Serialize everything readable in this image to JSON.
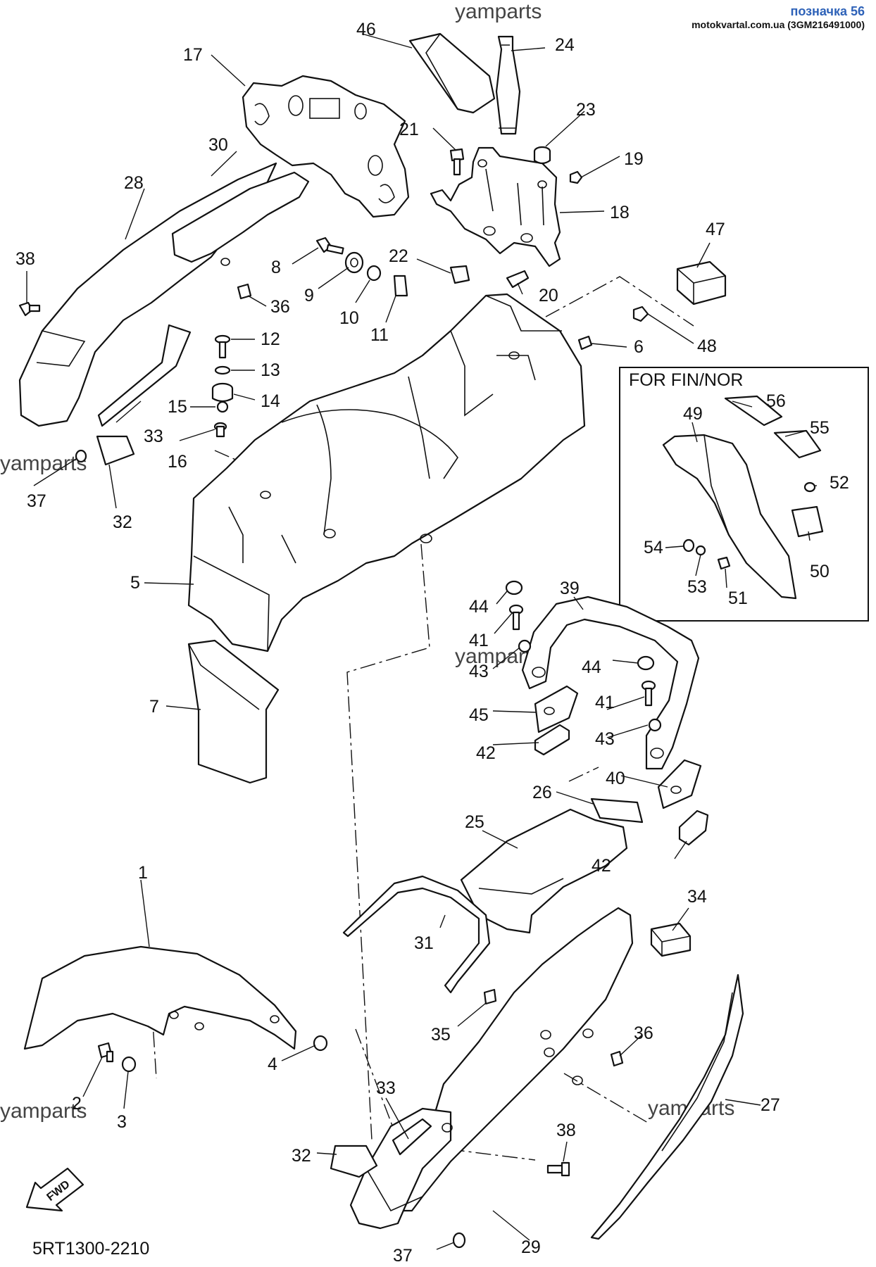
{
  "header": {
    "ref_label": "позначка 56",
    "source_line": "motokvartal.com.ua (3GM216491000)"
  },
  "watermark": "yamparts",
  "inset": {
    "title": "FOR FIN/NOR"
  },
  "diagram_code": "5RT1300-2210",
  "fwd_label": "FWD",
  "callouts": [
    "1",
    "2",
    "3",
    "4",
    "5",
    "6",
    "7",
    "8",
    "9",
    "10",
    "11",
    "12",
    "13",
    "14",
    "15",
    "16",
    "17",
    "18",
    "19",
    "20",
    "21",
    "22",
    "23",
    "24",
    "25",
    "26",
    "27",
    "28",
    "29",
    "30",
    "31",
    "32",
    "33",
    "34",
    "35",
    "36",
    "37",
    "38",
    "39",
    "40",
    "41",
    "42",
    "43",
    "44",
    "45",
    "46",
    "47",
    "48",
    "49",
    "50",
    "51",
    "52",
    "53",
    "54",
    "55",
    "56"
  ]
}
